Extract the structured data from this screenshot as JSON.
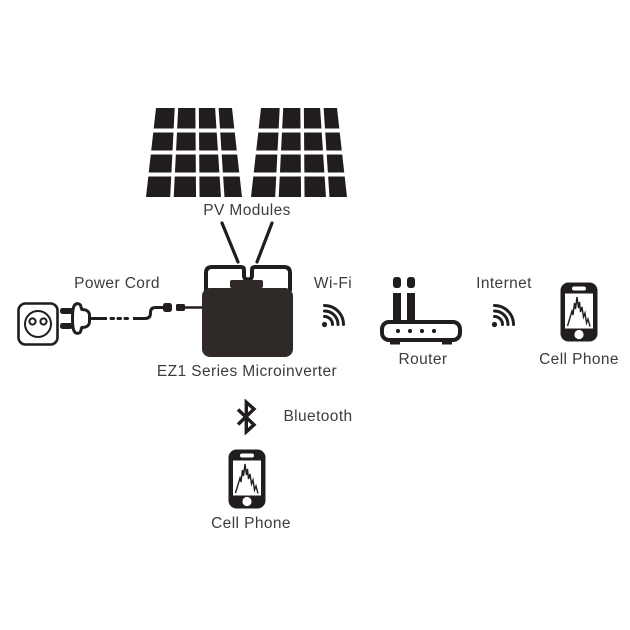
{
  "theme": {
    "background": "#ffffff",
    "icon_color": "#211d1e",
    "inverter_body_color": "#2f2a28",
    "text_color": "#3c3c3c"
  },
  "labels": {
    "pv_modules": "PV Modules",
    "power_cord": "Power Cord",
    "wifi": "Wi-Fi",
    "internet": "Internet",
    "microinverter": "EZ1 Series Microinverter",
    "router": "Router",
    "cell_phone_wifi": "Cell Phone",
    "bluetooth": "Bluetooth",
    "cell_phone_bluetooth": "Cell Phone"
  },
  "icons": {
    "pv_module_left": "solar-panel",
    "pv_module_right": "solar-panel",
    "wall_outlet": "power-socket",
    "power_plug": "plug-with-cord",
    "microinverter": "inverter-box-with-mount-bracket",
    "wifi_signal": "wifi-waves",
    "internet_signal": "wifi-waves",
    "router": "router-two-antennas",
    "cell_phone_wifi": "smartphone-chart-screen",
    "bluetooth": "bluetooth-rune",
    "cell_phone_bluetooth": "smartphone-chart-screen"
  }
}
